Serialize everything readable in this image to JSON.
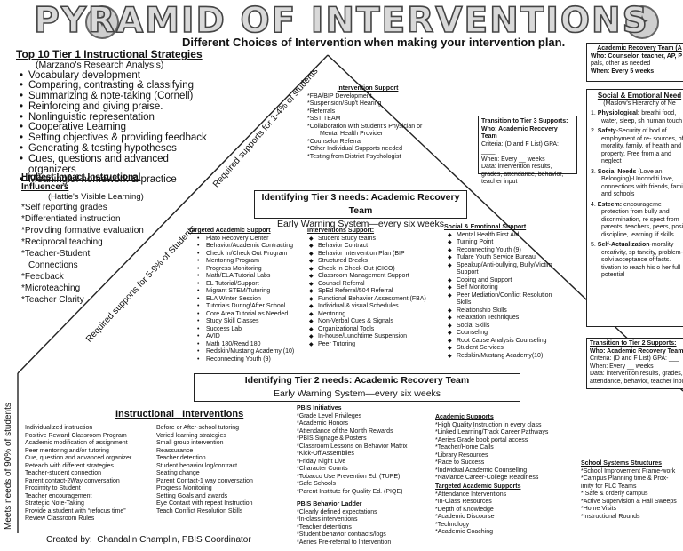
{
  "header": {
    "title": "PYRAMID OF INTERVENTIONS",
    "subtitle": "Different Choices of Intervention when making your intervention plan."
  },
  "tier1": {
    "heading": "Top 10 Tier 1 Instructional Strategies",
    "source": "(Marzano's Research Analysis)",
    "items": [
      "Vocabulary development",
      "Comparing, contrasting & classifying",
      "Summarizing & note-taking (Cornell)",
      "Reinforcing and giving praise.",
      "Nonlinguistic representation",
      "Cooperative Learning",
      "Setting objectives & providing feedback",
      "Generating & testing hypotheses",
      "Cues, questions and advanced organizers",
      "Meaningful homework & practice"
    ]
  },
  "influencers": {
    "heading": "Highest Impact Instructional Influencers",
    "source": "(Hattie's Visible Learning)",
    "items": [
      "*Self reporting grades",
      "*Differentiated instruction",
      "*Providing formative evaluation",
      "*Reciprocal teaching",
      "*Teacher-Student",
      "Connections",
      "*Feedback",
      "*Microteaching",
      "*Teacher Clarity"
    ]
  },
  "side_labels": {
    "top": "Required supports for 1-4% of students",
    "mid": "Required supports for 5-9% of Students",
    "bottom": "Meets needs of 90% of students"
  },
  "intervention_support": {
    "heading": "Intervention Support",
    "items": [
      "*FBA/BIP Development",
      "*Suspension/Sup't Hearing",
      "*Referrals",
      "*SST TEAM",
      "*Collaboration with Student's Physician or",
      "Mental Health Provider",
      "*Counselor Referral",
      "*Other Individual Supports needed",
      "*Testing from District Psychologist"
    ]
  },
  "transition3": {
    "heading": "Transition to Tier 3 Supports:",
    "who": "Who: Academic Recovery Team",
    "criteria": "Criteria: (D and F List) GPA: ____",
    "when": "When: Every __ weeks",
    "data": "Data: intervention results, grades, attendance, behavior, teacher input"
  },
  "tier3_band": {
    "title": "Identifying Tier 3 needs: Academic Recovery Team",
    "sub": "Early Warning System—every six weeks"
  },
  "targeted_academic": {
    "heading": "Targeted Academic Support",
    "items": [
      "Plato Recovery Center",
      "Behavior/Academic Contracting",
      "Check In/Check Out Program",
      "Mentoring Program",
      "Progress Monitoring",
      "Math/ELA Tutorial Labs",
      "EL Tutorial/Support",
      "Migrant STEM/Tutoring",
      "ELA Winter Session",
      "Tutorials During/After School",
      "Core Area Tutorial as Needed",
      "Study Skill Classes",
      "Success Lab",
      "AVID",
      "Math 180/Read 180",
      "Redskin/Mustang Academy (10)",
      "Reconnecting Youth (9)"
    ]
  },
  "interventions_support": {
    "heading": "Interventions Support:",
    "items": [
      "Student Study teams",
      "Behavior Contract",
      "Behavior Intervention Plan (BIP",
      "Structured Breaks",
      "Check In Check Out (CICO)",
      "Classroom Management Support",
      "Counsel Referral",
      "SpEd Referral/504 Referral",
      "Functional Behavior Assessment (FBA)",
      "Individual & visual Schedules",
      "Mentoring",
      "Non-Verbal Cues & Signals",
      "Organizational Tools",
      "In-house/Lunchtime Suspension",
      "Peer Tutoring"
    ]
  },
  "social_emotional": {
    "heading": "Social & Emotional Support",
    "items": [
      "Mental Health First Aid",
      "Turning Point",
      "Reconnecting Youth (9)",
      "Tulare Youth Service Bureau",
      "Speakup/Anti-bullying, Bully/Victim Support",
      "Coping and Support",
      "Self Monitoring",
      "Peer Mediation/Conflict Resolution Skills",
      "Relationship Skills",
      "Relaxation Techniques",
      "Social Skills",
      "Counseling",
      "Root Cause Analysis Counseling",
      "Student Services",
      "Redskin/Mustang Academy(10)"
    ]
  },
  "academic_recovery": {
    "heading": "Academic Recovery Team (A",
    "who": "Who: Counselor, teacher, AP, P",
    "who2": "pals, other as needed",
    "when": "When: Every 5 weeks"
  },
  "maslow": {
    "heading": "Social & Emotional Need",
    "source": "(Maslow's Hierarchy of Ne",
    "items": [
      {
        "n": "1.",
        "b": "Physiological:",
        "t": "breathi food, water, sleep, sh human touch"
      },
      {
        "n": "2.",
        "b": "Safety",
        "t": "-Security of bod of employment of re- sources, of morality, family, of health and property. Free from a and neglect"
      },
      {
        "n": "3.",
        "b": "Social Needs",
        "t": "(Love an Belonging)-Unconditi love, connections with friends, family and schools"
      },
      {
        "n": "4.",
        "b": "Esteem:",
        "t": "encourageme protection from bully and discrimination, re spect from parents, teachers, peers, posit discipline, learning lif skills"
      },
      {
        "n": "5.",
        "b": "Self-Actualization",
        "t": "-morality creativity, sp taneity, problem-solvi acceptance of facts. tivation to reach his o her full potential"
      }
    ]
  },
  "transition2": {
    "heading": "Transition to Tier 2 Supports:",
    "who": "Who: Academic Recovery Team",
    "criteria": "Criteria: (D and F List) GPA: ___",
    "when": "When: Every __ weeks",
    "data": "Data: intervention results, grades, attendance, behavior, teacher input"
  },
  "tier2_band": {
    "title": "Identifying Tier 2 needs: Academic Recovery Team",
    "sub": "Early Warning System—every six weeks"
  },
  "instructional": {
    "heading": "Instructional   Interventions",
    "col1": [
      "Individualized instruction",
      "Positive Reward Classroom Program",
      "Academic modification of assignment",
      "Peer mentoring and/or tutoring",
      "Cue, question and advanced organizer",
      "Reteach with different strategies",
      "Teacher-student connection",
      "Parent contact-2Way conversation",
      "Proximity to Student",
      "Teacher encouragement",
      "Strategic Note-Taking",
      "Provide a student with “refocus time”",
      "Review Classroom Rules"
    ],
    "col2": [
      "Before or After-school tutoring",
      "Varied learning strategies",
      "Small group intervention",
      "Reassurance",
      "Teacher detention",
      "Student behavior log/contract",
      "Seating change",
      "Parent Contact-1 way conversation",
      "Progress Monitoring",
      "Setting Goals and awards",
      "Eye Contact with repeat Instruction",
      "Teach Conflict Resolution Skills"
    ]
  },
  "pbis": {
    "heading": "PBIS Initiatives",
    "items": [
      "*Grade Level Privileges",
      "*Academic Honors",
      "*Attendance of the Month Rewards",
      "*PBIS Signage & Posters",
      "*Classroom Lessons on Behavior Matrix",
      "*Kick-Off Assemblies",
      "*Friday Night Live",
      "*Character Counts",
      "*Tobacco Use Prevention Ed. (TUPE)",
      "*Safe Schools",
      "*Parent Institute for Quality Ed. (PIQE)"
    ]
  },
  "pbis_ladder": {
    "heading": "PBIS Behavior Ladder",
    "items": [
      "*Clearly defined expectations",
      "*In-class interventions",
      "*Teacher detentions",
      "*Student behavior contracts/logs",
      "*Aeries Pre-referral to Intervention"
    ]
  },
  "academic_supports": {
    "heading": "Academic Supports",
    "items": [
      "*High Quality Instruction in every class",
      "*Linked Learning/Track Career Pathways",
      "*Aeries Grade book portal access",
      "*Teacher/Home Calls",
      "*Library Resources",
      "*Race to Success",
      "*Individual Academic Counselling",
      "*Naviance Career-College Readiness"
    ]
  },
  "targeted_interventions": {
    "heading": "Targeted Academic Supports",
    "items": [
      "*Attendance Interventions",
      "*In-Class Resources",
      "*Depth of Knowledge",
      "*Academic Discourse",
      "*Technology",
      "*Academic Coaching"
    ]
  },
  "school_systems": {
    "heading": "School Systems Structures",
    "items": [
      "*School Improvement Frame-work",
      "*Campus Planning time & Prox-imity for PLC Teams",
      "* Safe & orderly campus",
      "*Active Supervision & Hall Sweeps",
      "*Home Visits",
      "*Instructional Rounds"
    ]
  },
  "footer": "Created by:  Chandalin Champlin, PBIS Coordinator"
}
